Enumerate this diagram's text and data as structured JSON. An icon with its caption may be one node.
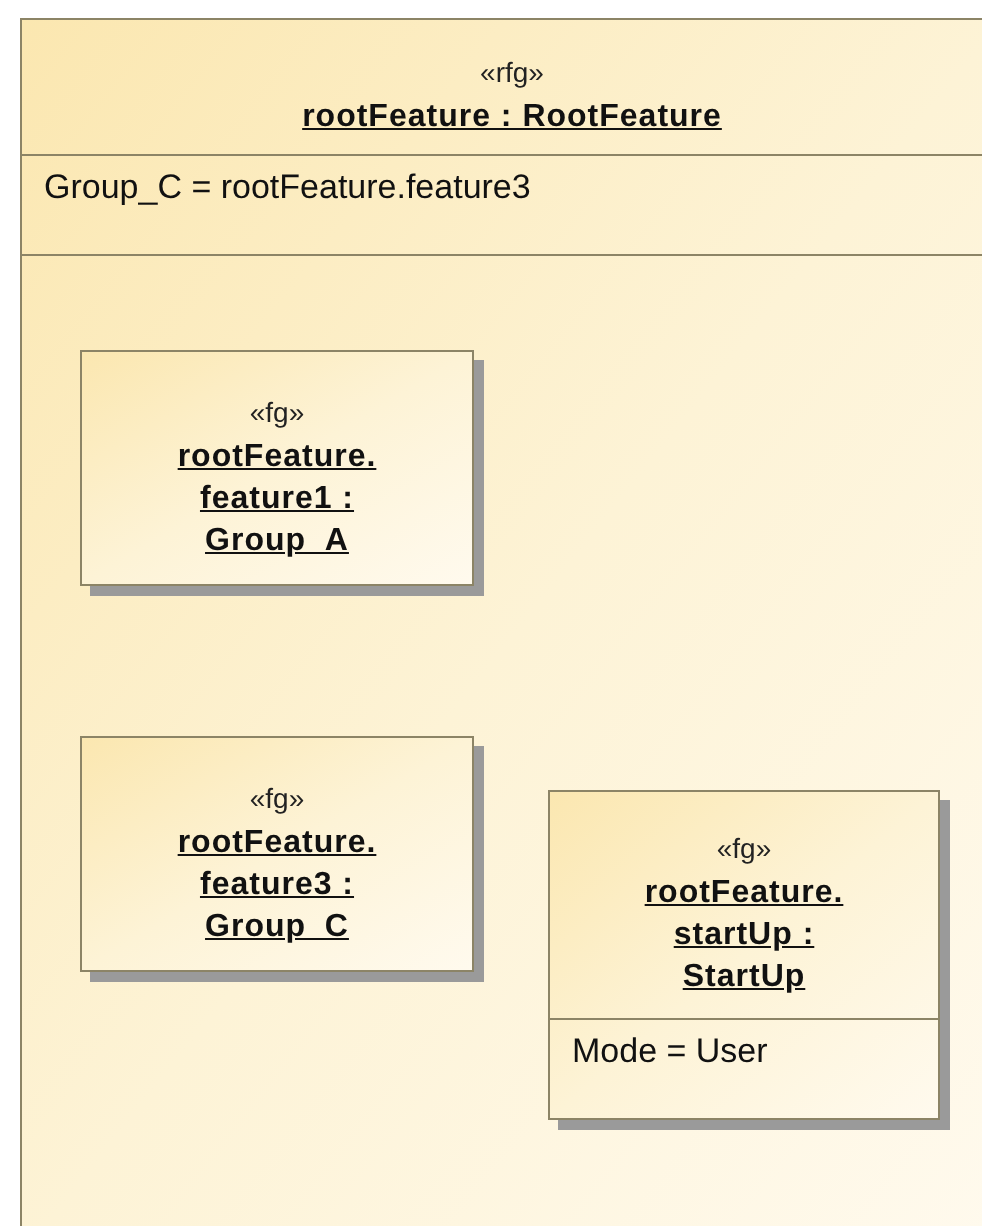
{
  "diagram": {
    "nodes": [
      {
        "text": [
          "«rfg»",
          "rootFeature : RootFeature",
          "Group_C = rootFeature.feature3"
        ]
      },
      {
        "text": [
          "«fg»",
          "rootFeature. feature1 : Group_A"
        ],
        "in": 0
      },
      {
        "text": [
          "«fg»",
          "rootFeature. feature3 : Group_C"
        ],
        "in": 0
      },
      {
        "text": [
          "«fg»",
          "rootFeature. startUp : StartUp",
          "Mode = User"
        ],
        "in": 0
      }
    ]
  }
}
